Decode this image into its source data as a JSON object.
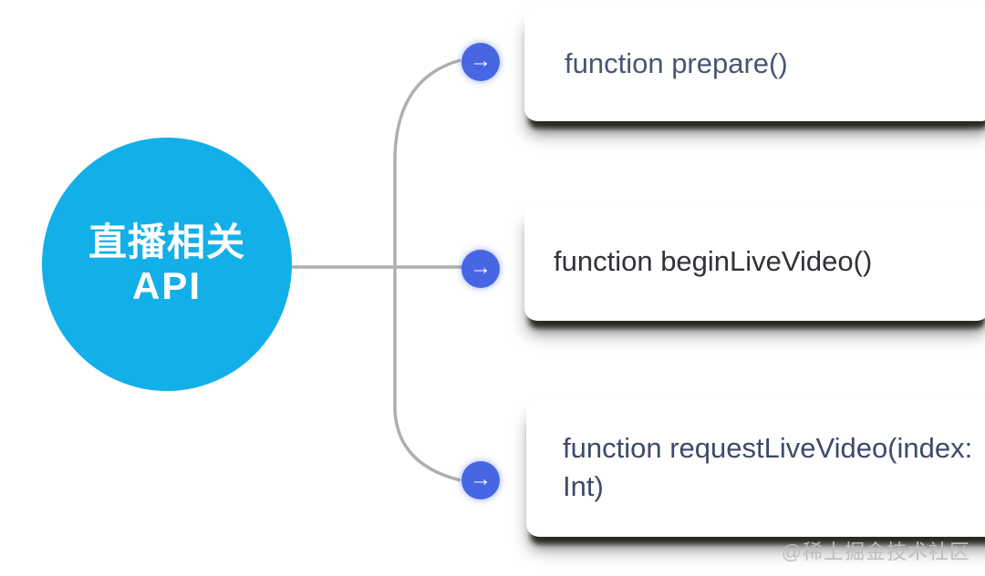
{
  "diagram": {
    "title": "直播相关 API mind map",
    "background_color": "#ffffff",
    "root": {
      "label_line1": "直播相关",
      "label_line2": "API",
      "fill_color": "#13AFE8",
      "text_color": "#ffffff"
    },
    "connector": {
      "line_color": "#AFAFAF",
      "node_fill_color": "#4766E4",
      "arrow_glyph": "→"
    },
    "branches": [
      {
        "label": "function prepare()",
        "text_color": "#4A5572"
      },
      {
        "label": "function beginLiveVideo()",
        "text_color": "#2F3238"
      },
      {
        "label": "function requestLiveVideo(index: Int)",
        "text_color": "#3E4A6B"
      }
    ],
    "watermark": {
      "text": "@稀土掘金技术社区",
      "color": "#BDBDBD"
    }
  }
}
